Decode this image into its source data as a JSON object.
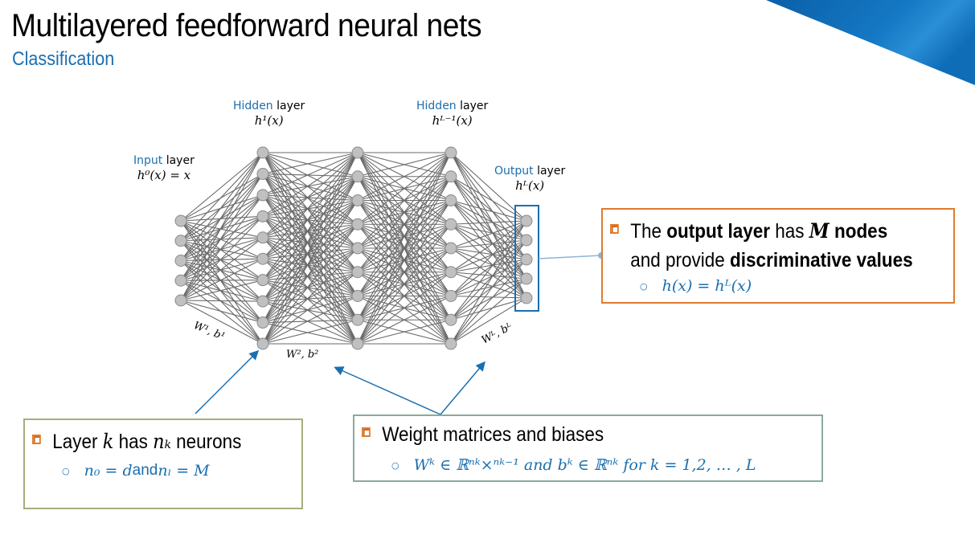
{
  "slide": {
    "title": "Multilayered feedforward neural nets",
    "subtitle": "Classification"
  },
  "network": {
    "layers": [
      {
        "name": "input",
        "nodes": 5,
        "label_kw": "Input",
        "label_rest": " layer",
        "formula": "h⁰(x) = x"
      },
      {
        "name": "hidden-1",
        "nodes": 10,
        "label_kw": "Hidden",
        "label_rest": " layer",
        "formula": "h¹(x)"
      },
      {
        "name": "hidden-2",
        "nodes": 9
      },
      {
        "name": "hidden-last",
        "nodes": 9,
        "label_kw": "Hidden",
        "label_rest": " layer",
        "formula": "hᴸ⁻¹(x)"
      },
      {
        "name": "output",
        "nodes": 5,
        "label_kw": "Output",
        "label_rest": "  layer",
        "formula": "hᴸ(x)"
      }
    ],
    "weight_labels": {
      "first": "W¹, b¹",
      "second": "W², b²",
      "last": "Wᴸ, bᴸ"
    }
  },
  "callouts": {
    "output_box": {
      "line1_pre": "The ",
      "line1_bold": "output layer",
      "line1_mid": " has ",
      "line1_var": "M",
      "line1_end": " nodes",
      "line2_pre": "and provide ",
      "line2_bold": "discriminative values",
      "sub": "h(x) = hᴸ(x)"
    },
    "layer_box": {
      "main_pre": "Layer ",
      "main_var": "k",
      "main_mid": " has ",
      "main_var2": "nₖ",
      "main_end": " neurons",
      "sub_a": "n₀ = d",
      "sub_and": " and ",
      "sub_b": "nₗ = M"
    },
    "weights_box": {
      "main": "Weight matrices and biases",
      "sub": "Wᵏ ∈ ℝⁿᵏ×ⁿᵏ⁻¹  and bᵏ ∈ ℝⁿᵏ  for k = 1,2, … , L"
    }
  },
  "colors": {
    "accent_blue": "#1a6fb0",
    "orange_border": "#e07b2f",
    "olive_border": "#a8ad7e",
    "teal_border": "#8aaa9a",
    "node_fill": "#c0c0c0",
    "edge": "#6a6a6a"
  }
}
